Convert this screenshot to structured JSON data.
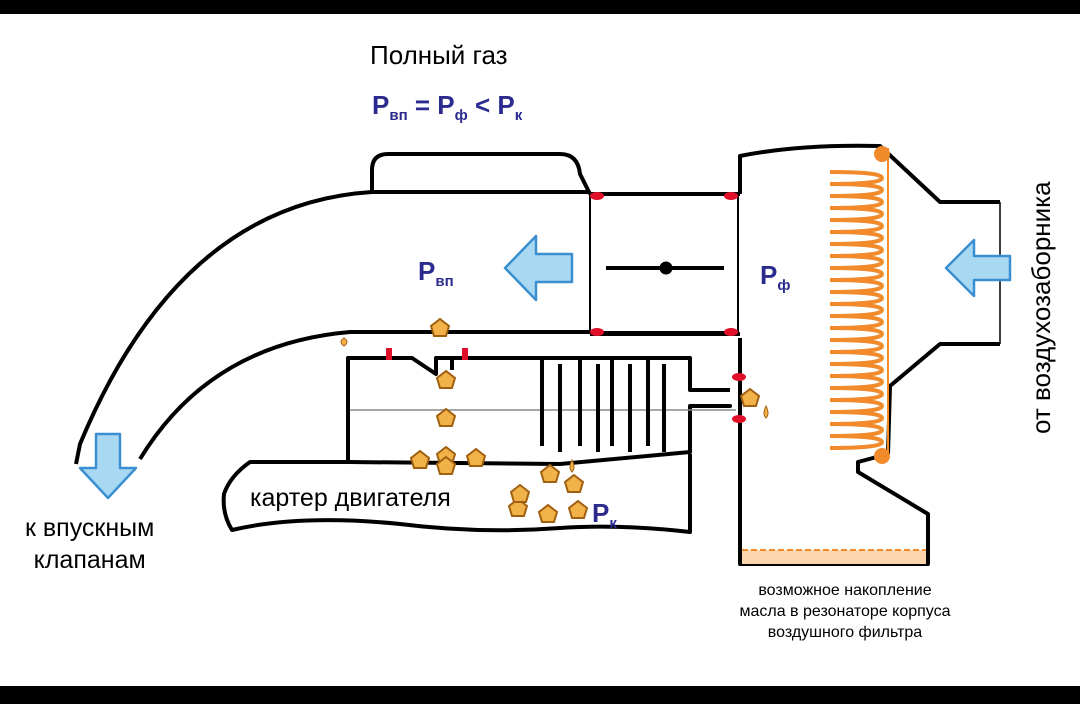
{
  "title": "Полный газ",
  "formula": {
    "p1": "P",
    "p1_sub": "вп",
    "eq": " = ",
    "p2": "P",
    "p2_sub": "ф",
    "lt": " < ",
    "p3": "P",
    "p3_sub": "к"
  },
  "labels": {
    "p_vp": "P",
    "p_vp_sub": "вп",
    "p_f": "P",
    "p_f_sub": "ф",
    "p_k": "P",
    "p_k_sub": "к",
    "crankcase": "картер двигателя",
    "intake_line1": "к впускным",
    "intake_line2": "клапанам",
    "oil_line1": "возможное накопление",
    "oil_line2": "масла в резонаторе корпуса",
    "oil_line3": "воздушного фильтра",
    "from_intake": "от воздухозаборника"
  },
  "colors": {
    "accent_blue": "#2b2b8f",
    "arrow_fill": "#a9d8f2",
    "arrow_stroke": "#3a8fd0",
    "filter_orange": "#f08a2a",
    "seal_red": "#e0102a",
    "oil_particle": "#f2b24a"
  },
  "icons": [
    "left-arrow-icon",
    "down-arrow-icon",
    "throttle-valve-icon",
    "oil-drop-icon"
  ]
}
